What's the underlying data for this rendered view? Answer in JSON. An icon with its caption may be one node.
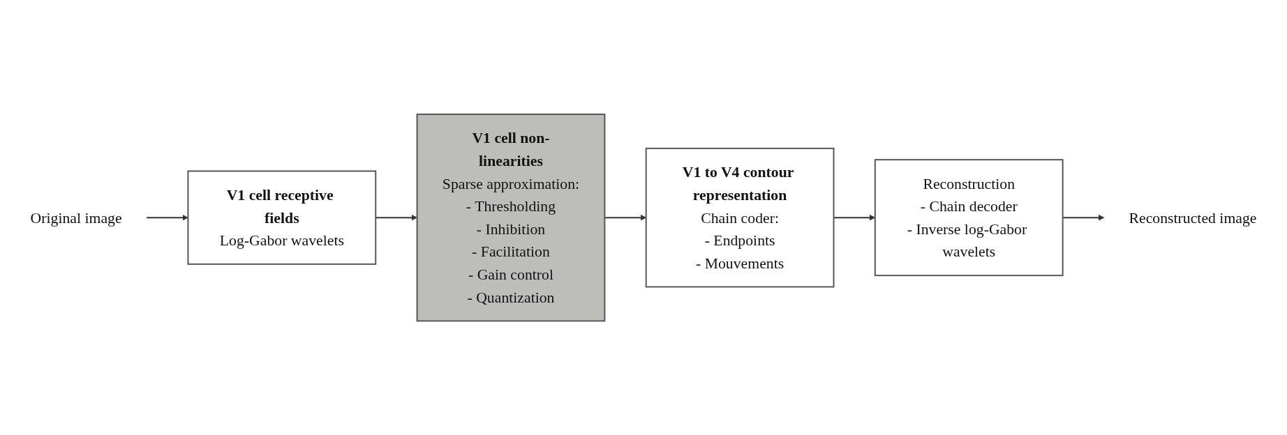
{
  "diagram": {
    "nodes": [
      {
        "text": [
          "Original image"
        ]
      },
      {
        "text": [
          "V1 cell receptive fields",
          "Log-Gabor wavelets"
        ]
      },
      {
        "text": [
          "V1 cell non-linearities",
          "Sparse approximation:",
          "- Thresholding",
          "- Inhibition",
          "- Facilitation",
          "- Gain control",
          "- Quantization"
        ]
      },
      {
        "text": [
          "V1 to V4 contour representation",
          "Chain coder:",
          "- Endpoints",
          "- Mouvements"
        ]
      },
      {
        "text": [
          "Reconstruction",
          "- Chain decoder",
          "- Inverse log-Gabor wavelets"
        ]
      },
      {
        "text": [
          "Reconstructed image"
        ]
      }
    ],
    "edges": [
      {
        "from": 0,
        "to": 1,
        "arrow": "to"
      },
      {
        "from": 1,
        "to": 2,
        "arrow": "to"
      },
      {
        "from": 2,
        "to": 3,
        "arrow": "to"
      },
      {
        "from": 3,
        "to": 4,
        "arrow": "to"
      },
      {
        "from": 4,
        "to": 5,
        "arrow": "to"
      }
    ]
  }
}
